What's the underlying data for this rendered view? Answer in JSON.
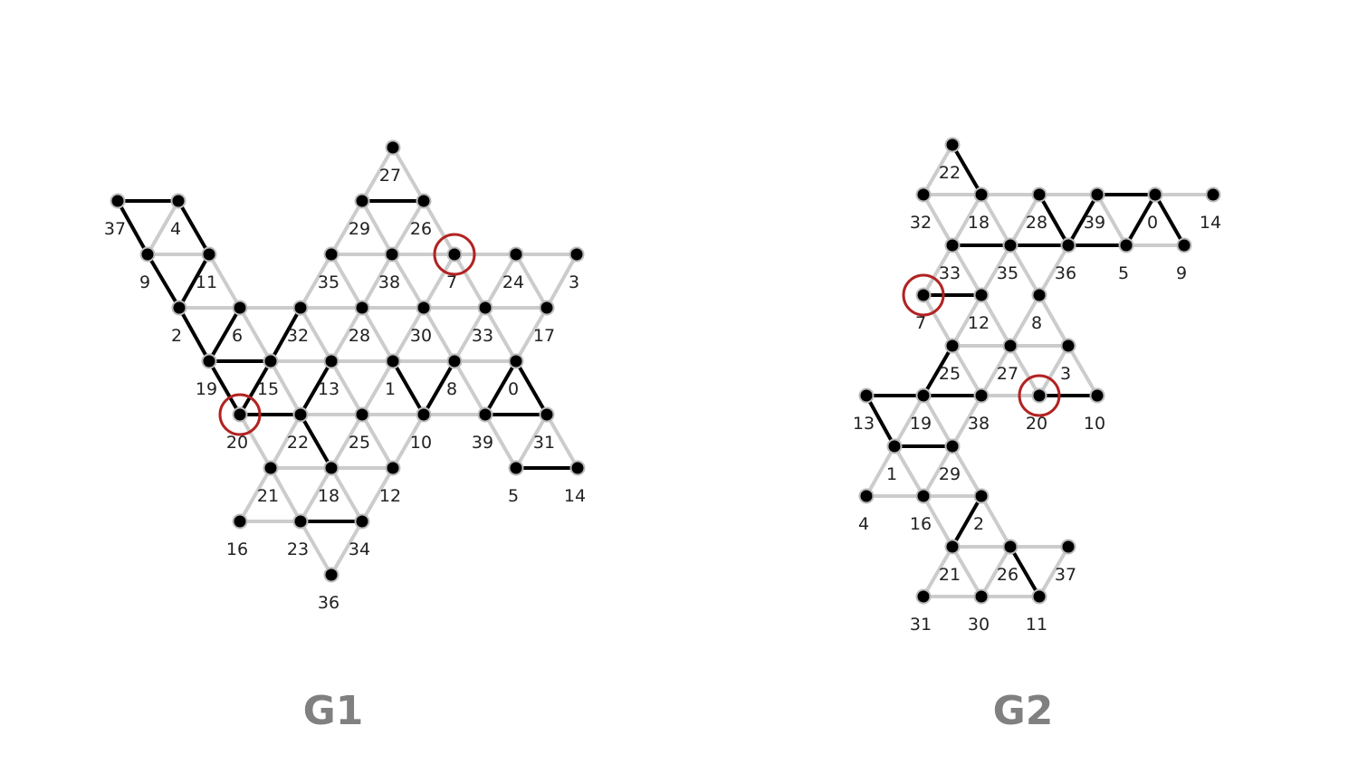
{
  "graphs": [
    {
      "title": "G1",
      "highlighted": [
        "20",
        "7"
      ],
      "nodes": [
        "27",
        "37",
        "4",
        "29",
        "26",
        "9",
        "11",
        "35",
        "38",
        "7",
        "24",
        "3",
        "2",
        "6",
        "32",
        "28",
        "30",
        "33",
        "17",
        "19",
        "15",
        "13",
        "1",
        "8",
        "0",
        "20",
        "22",
        "25",
        "10",
        "39",
        "31",
        "21",
        "18",
        "12",
        "5",
        "14",
        "16",
        "23",
        "34",
        "36"
      ],
      "edges_gray": [
        [
          "27",
          "29"
        ],
        [
          "27",
          "26"
        ],
        [
          "29",
          "35"
        ],
        [
          "29",
          "38"
        ],
        [
          "26",
          "38"
        ],
        [
          "26",
          "7"
        ],
        [
          "35",
          "38"
        ],
        [
          "38",
          "7"
        ],
        [
          "7",
          "24"
        ],
        [
          "24",
          "3"
        ],
        [
          "37",
          "9"
        ],
        [
          "4",
          "9"
        ],
        [
          "9",
          "11"
        ],
        [
          "11",
          "6"
        ],
        [
          "2",
          "6"
        ],
        [
          "6",
          "32"
        ],
        [
          "32",
          "28"
        ],
        [
          "28",
          "30"
        ],
        [
          "30",
          "33"
        ],
        [
          "33",
          "17"
        ],
        [
          "35",
          "32"
        ],
        [
          "35",
          "28"
        ],
        [
          "38",
          "28"
        ],
        [
          "38",
          "30"
        ],
        [
          "7",
          "30"
        ],
        [
          "7",
          "33"
        ],
        [
          "24",
          "33"
        ],
        [
          "24",
          "17"
        ],
        [
          "3",
          "17"
        ],
        [
          "2",
          "19"
        ],
        [
          "6",
          "15"
        ],
        [
          "32",
          "15"
        ],
        [
          "32",
          "13"
        ],
        [
          "28",
          "13"
        ],
        [
          "28",
          "1"
        ],
        [
          "30",
          "1"
        ],
        [
          "30",
          "8"
        ],
        [
          "33",
          "8"
        ],
        [
          "33",
          "0"
        ],
        [
          "17",
          "0"
        ],
        [
          "15",
          "13"
        ],
        [
          "13",
          "1"
        ],
        [
          "1",
          "8"
        ],
        [
          "8",
          "0"
        ],
        [
          "19",
          "20"
        ],
        [
          "15",
          "22"
        ],
        [
          "13",
          "25"
        ],
        [
          "1",
          "25"
        ],
        [
          "8",
          "10"
        ],
        [
          "8",
          "39"
        ],
        [
          "0",
          "31"
        ],
        [
          "22",
          "25"
        ],
        [
          "25",
          "10"
        ],
        [
          "10",
          "39"
        ],
        [
          "20",
          "21"
        ],
        [
          "22",
          "21"
        ],
        [
          "25",
          "18"
        ],
        [
          "25",
          "12"
        ],
        [
          "10",
          "12"
        ],
        [
          "39",
          "5"
        ],
        [
          "31",
          "5"
        ],
        [
          "31",
          "14"
        ],
        [
          "21",
          "18"
        ],
        [
          "18",
          "12"
        ],
        [
          "21",
          "16"
        ],
        [
          "21",
          "23"
        ],
        [
          "18",
          "23"
        ],
        [
          "18",
          "34"
        ],
        [
          "12",
          "34"
        ],
        [
          "16",
          "23"
        ],
        [
          "23",
          "36"
        ],
        [
          "34",
          "36"
        ]
      ],
      "edges_black": [
        [
          "37",
          "4"
        ],
        [
          "29",
          "26"
        ],
        [
          "37",
          "9"
        ],
        [
          "4",
          "11"
        ],
        [
          "9",
          "2"
        ],
        [
          "11",
          "2"
        ],
        [
          "2",
          "19"
        ],
        [
          "6",
          "19"
        ],
        [
          "19",
          "15"
        ],
        [
          "19",
          "20"
        ],
        [
          "15",
          "20"
        ],
        [
          "20",
          "22"
        ],
        [
          "32",
          "15"
        ],
        [
          "13",
          "22"
        ],
        [
          "22",
          "18"
        ],
        [
          "1",
          "10"
        ],
        [
          "10",
          "8"
        ],
        [
          "0",
          "39"
        ],
        [
          "39",
          "31"
        ],
        [
          "0",
          "31"
        ],
        [
          "5",
          "14"
        ],
        [
          "23",
          "34"
        ]
      ]
    },
    {
      "title": "G2",
      "highlighted": [
        "7",
        "20"
      ],
      "nodes": [
        "22",
        "32",
        "18",
        "28",
        "39",
        "0",
        "14",
        "33",
        "35",
        "36",
        "5",
        "9",
        "7",
        "12",
        "8",
        "25",
        "27",
        "3",
        "13",
        "19",
        "38",
        "20",
        "10",
        "1",
        "29",
        "4",
        "16",
        "2",
        "21",
        "26",
        "37",
        "31",
        "30",
        "11"
      ],
      "edges_gray": [
        [
          "22",
          "32"
        ],
        [
          "32",
          "18"
        ],
        [
          "18",
          "28"
        ],
        [
          "28",
          "39"
        ],
        [
          "0",
          "14"
        ],
        [
          "0",
          "9"
        ],
        [
          "32",
          "33"
        ],
        [
          "18",
          "33"
        ],
        [
          "18",
          "35"
        ],
        [
          "28",
          "35"
        ],
        [
          "28",
          "36"
        ],
        [
          "39",
          "36"
        ],
        [
          "39",
          "5"
        ],
        [
          "5",
          "9"
        ],
        [
          "33",
          "7"
        ],
        [
          "33",
          "12"
        ],
        [
          "35",
          "12"
        ],
        [
          "35",
          "8"
        ],
        [
          "36",
          "8"
        ],
        [
          "7",
          "25"
        ],
        [
          "12",
          "25"
        ],
        [
          "12",
          "27"
        ],
        [
          "8",
          "27"
        ],
        [
          "8",
          "3"
        ],
        [
          "25",
          "27"
        ],
        [
          "27",
          "3"
        ],
        [
          "25",
          "19"
        ],
        [
          "25",
          "38"
        ],
        [
          "27",
          "38"
        ],
        [
          "27",
          "20"
        ],
        [
          "3",
          "20"
        ],
        [
          "3",
          "10"
        ],
        [
          "38",
          "20"
        ],
        [
          "13",
          "1"
        ],
        [
          "19",
          "1"
        ],
        [
          "19",
          "29"
        ],
        [
          "38",
          "29"
        ],
        [
          "1",
          "4"
        ],
        [
          "1",
          "16"
        ],
        [
          "29",
          "16"
        ],
        [
          "29",
          "2"
        ],
        [
          "4",
          "16"
        ],
        [
          "16",
          "2"
        ],
        [
          "16",
          "21"
        ],
        [
          "2",
          "26"
        ],
        [
          "21",
          "26"
        ],
        [
          "26",
          "37"
        ],
        [
          "21",
          "31"
        ],
        [
          "21",
          "30"
        ],
        [
          "26",
          "30"
        ],
        [
          "37",
          "11"
        ],
        [
          "31",
          "30"
        ],
        [
          "30",
          "11"
        ]
      ],
      "edges_black": [
        [
          "22",
          "18"
        ],
        [
          "39",
          "0"
        ],
        [
          "33",
          "35"
        ],
        [
          "35",
          "36"
        ],
        [
          "36",
          "5"
        ],
        [
          "28",
          "36"
        ],
        [
          "36",
          "39"
        ],
        [
          "5",
          "0"
        ],
        [
          "0",
          "9"
        ],
        [
          "7",
          "12"
        ],
        [
          "25",
          "19"
        ],
        [
          "13",
          "19"
        ],
        [
          "19",
          "38"
        ],
        [
          "20",
          "10"
        ],
        [
          "13",
          "1"
        ],
        [
          "1",
          "29"
        ],
        [
          "2",
          "21"
        ],
        [
          "26",
          "11"
        ]
      ]
    }
  ]
}
